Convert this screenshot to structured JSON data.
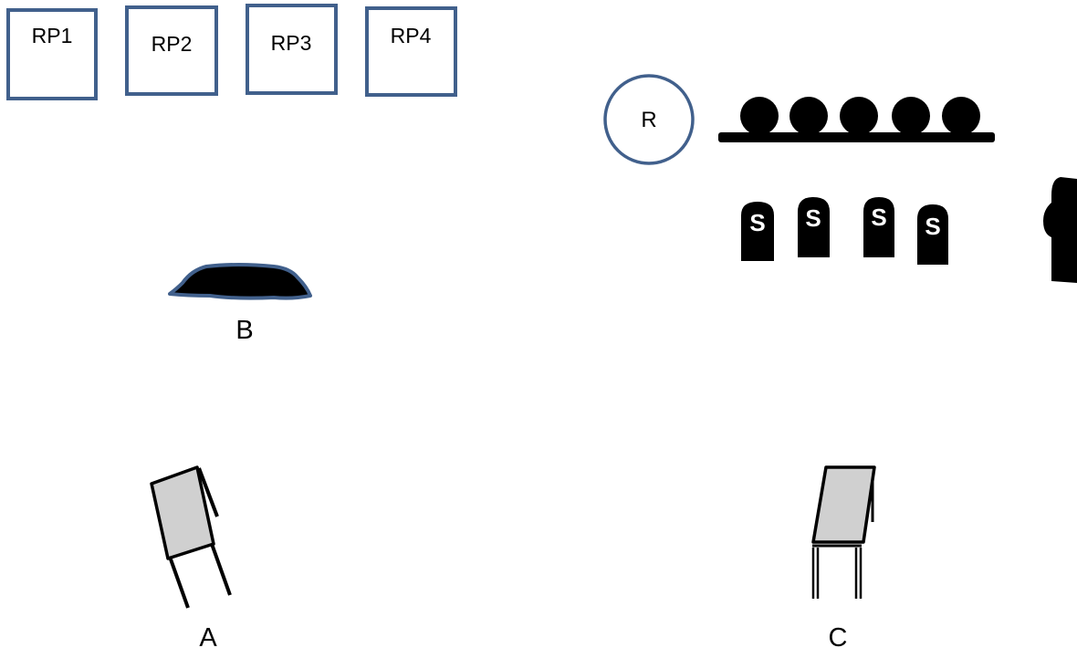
{
  "colors": {
    "box_border": "#41608c",
    "ink": "#000000",
    "easel_board": "#d0d0d0",
    "white": "#ffffff"
  },
  "rp_boxes": [
    {
      "label": "RP1"
    },
    {
      "label": "RP2"
    },
    {
      "label": "RP3"
    },
    {
      "label": "RP4"
    }
  ],
  "r_circle": {
    "label": "R"
  },
  "bench": {
    "seat_count": 5
  },
  "s_markers": [
    {
      "label": "S"
    },
    {
      "label": "S"
    },
    {
      "label": "S"
    },
    {
      "label": "S"
    }
  ],
  "b_object": {
    "label": "B"
  },
  "easel_a": {
    "label": "A"
  },
  "easel_c": {
    "label": "C"
  },
  "icons": {
    "seat": "filled-circle-icon",
    "marker": "tombstone-icon",
    "easel": "easel-icon",
    "mat": "blob-icon",
    "side_figure": "figure-silhouette-icon"
  }
}
